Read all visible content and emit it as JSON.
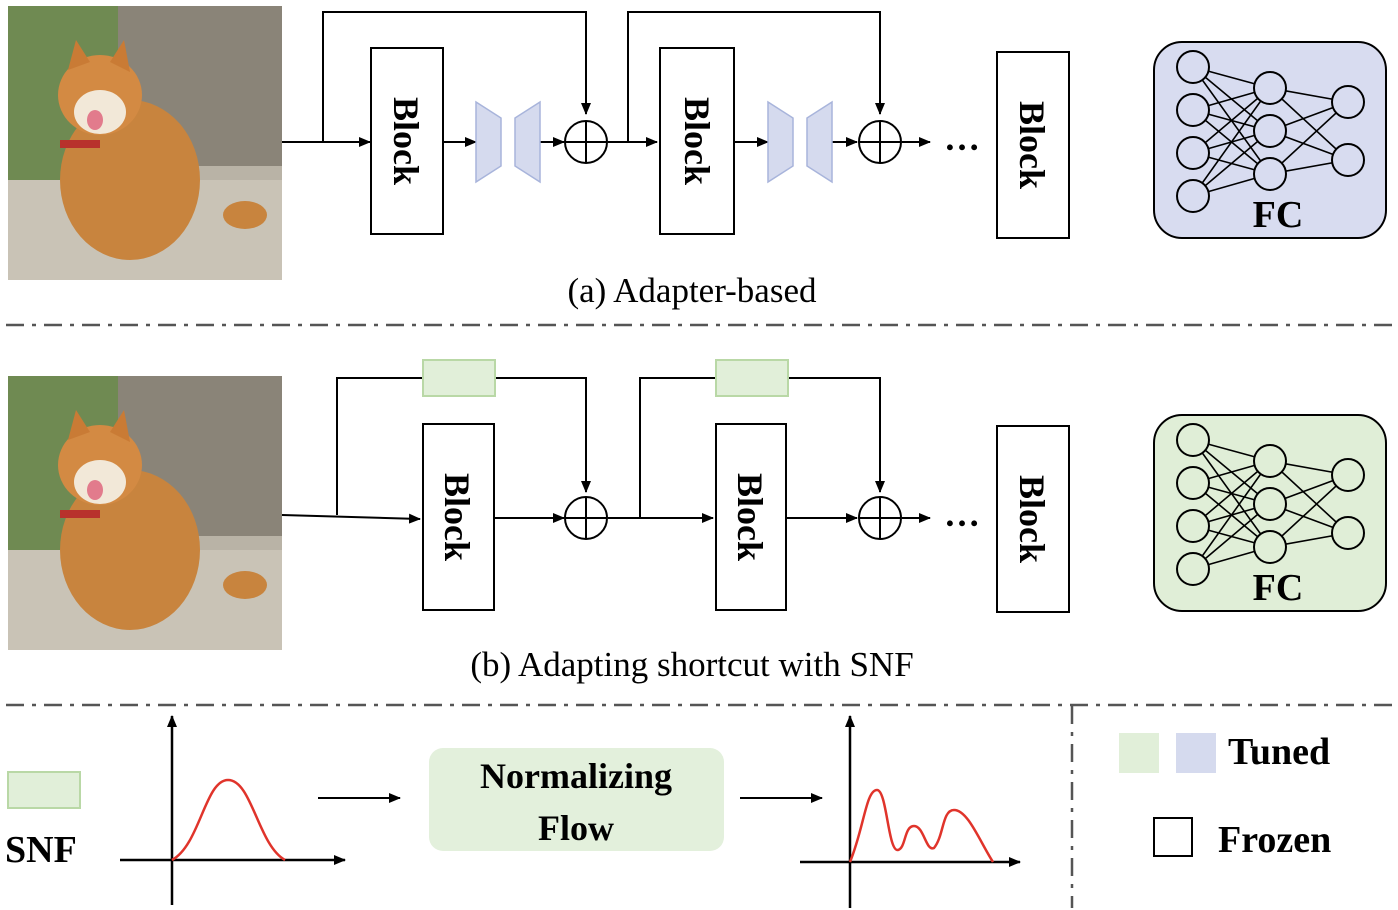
{
  "block_label": "Block",
  "fc_label": "FC",
  "ellipsis": "…",
  "captions": {
    "a": "(a) Adapter-based",
    "b": "(b) Adapting shortcut with SNF"
  },
  "legend": {
    "snf": "SNF",
    "normalizing_flow": [
      "Normalizing",
      "Flow"
    ],
    "tuned": "Tuned",
    "frozen": "Frozen"
  },
  "colors": {
    "adapter_fill": "#d5daee",
    "adapter_stroke": "#a8b4db",
    "snf_fill": "#e1efd9",
    "snf_stroke": "#b9d8a6",
    "fc_a_fill": "#d8dcf0",
    "fc_b_fill": "#e0eed7",
    "flow_fill": "#e3f0dc",
    "curve": "#e0342b"
  },
  "icons": {
    "input_image": "shiba-dog-photo-icon",
    "add": "circle-plus-icon",
    "adapter": "bottleneck-adapter-icon",
    "fc": "neural-network-icon"
  }
}
